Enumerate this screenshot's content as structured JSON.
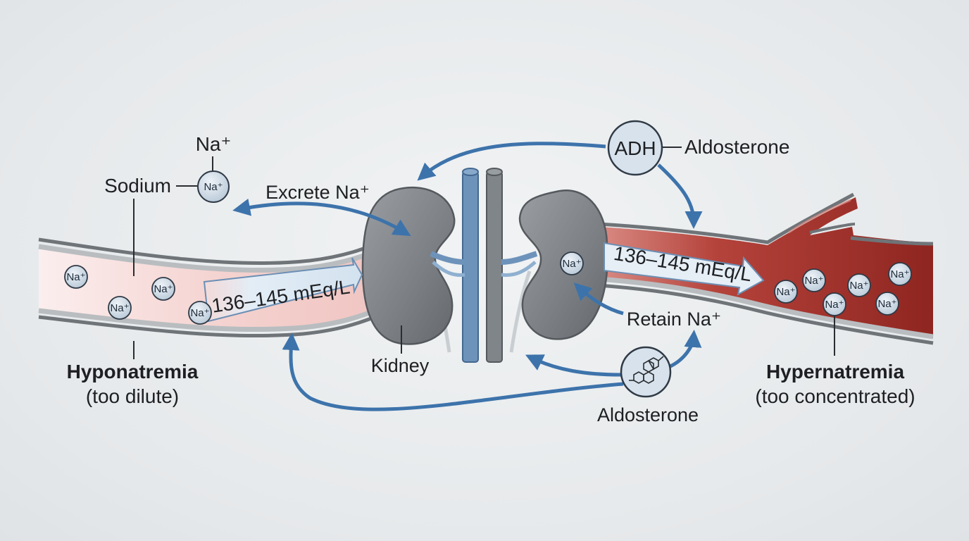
{
  "labels": {
    "na_top": "Na⁺",
    "sodium": "Sodium",
    "excrete": "Excrete Na⁺",
    "adh": "ADH",
    "aldosterone_top": "Aldosterone",
    "range_left": "136–145 mEq/L",
    "range_right": "136–145 mEq/L",
    "retain": "Retain Na⁺",
    "kidney": "Kidney",
    "aldosterone_bottom": "Aldosterone",
    "hypo_title": "Hyponatremia",
    "hypo_sub": "(too dilute)",
    "hyper_title": "Hypernatremia",
    "hyper_sub": "(too concentrated)"
  },
  "ion_label": "Na⁺",
  "colors": {
    "arrow_blue": "#3d73ab",
    "kidney_gray": "#7d8185",
    "vessel_hypo": "#f3d3d0",
    "vessel_hyper": "#a8302a",
    "ion_fill": "#cfdbe6"
  }
}
